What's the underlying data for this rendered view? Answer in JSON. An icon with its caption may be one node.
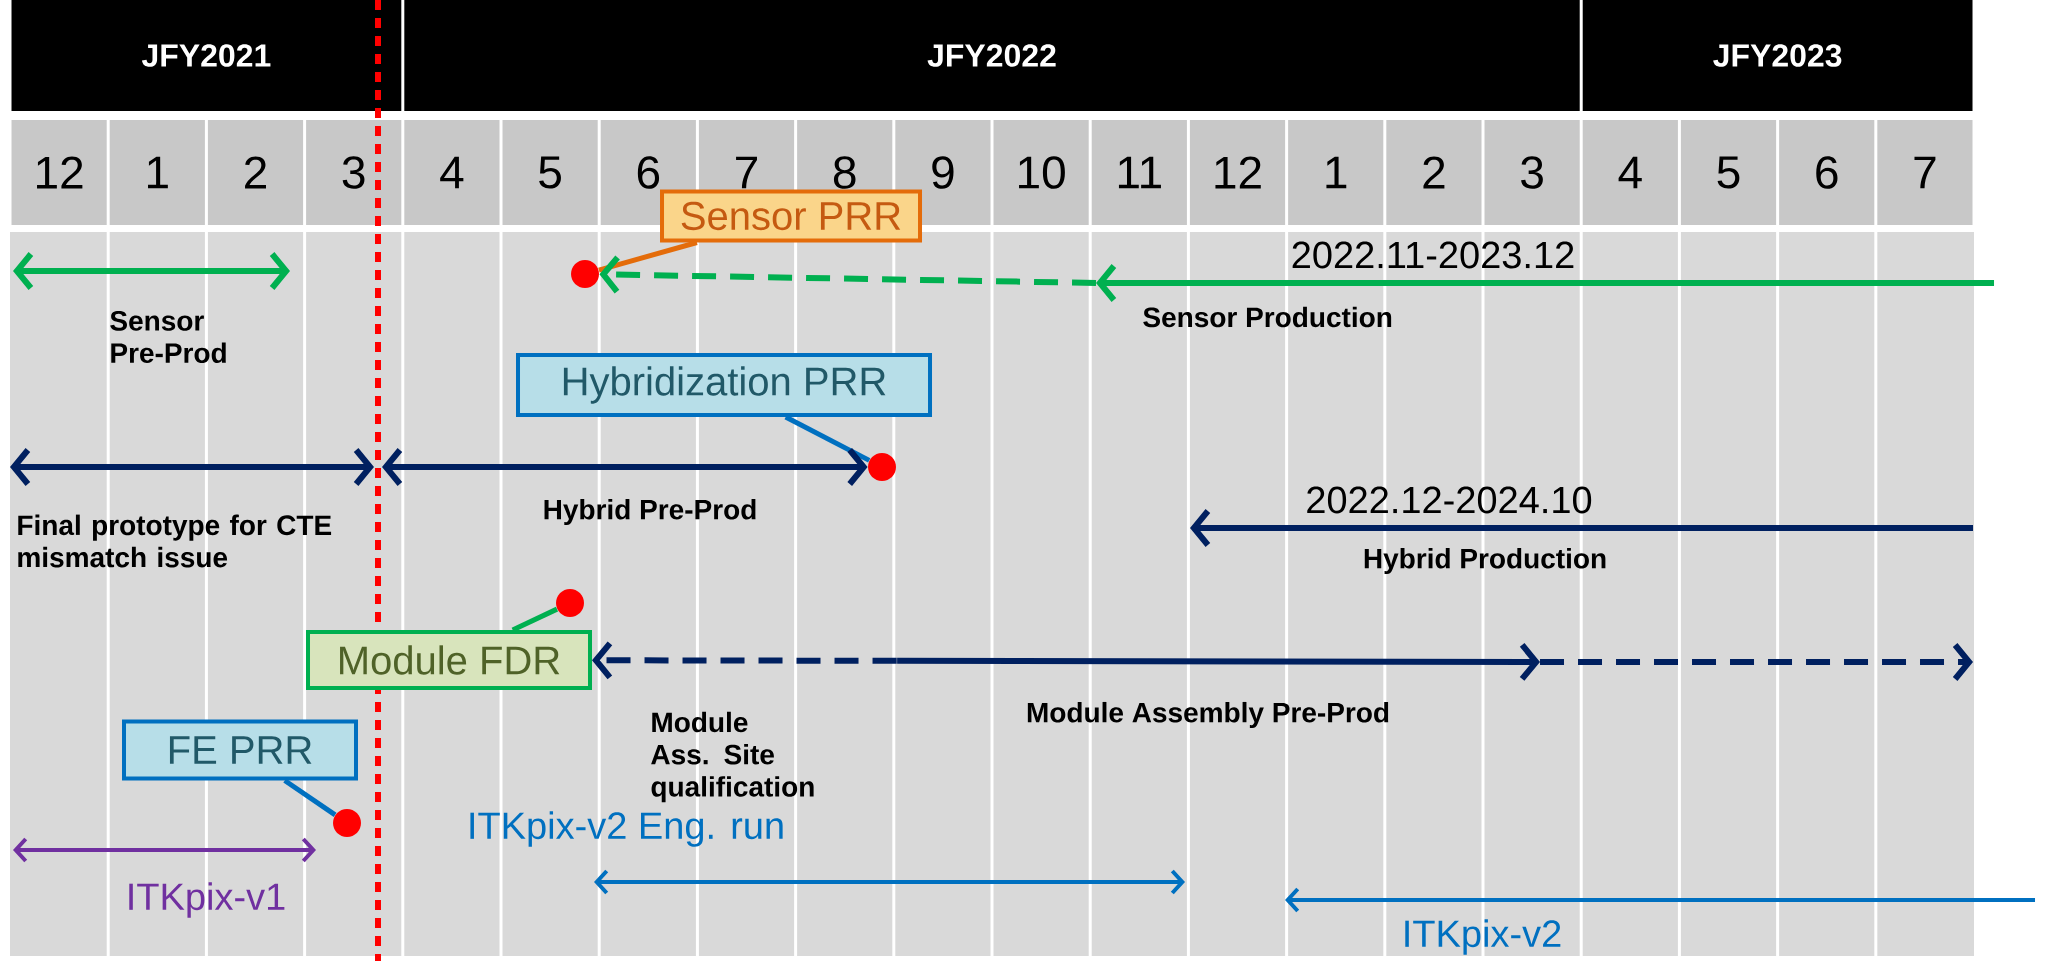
{
  "diagram": {
    "nodes": [
      {
        "text": [
          "Sensor PRR"
        ]
      },
      {
        "text": [],
        "shape": "circle"
      },
      {
        "text": [
          "Hybridization PRR"
        ]
      },
      {
        "text": [],
        "shape": "circle"
      },
      {
        "text": [],
        "shape": "circle"
      },
      {
        "text": [
          "Module FDR"
        ]
      },
      {
        "text": [
          "FE PRR"
        ]
      },
      {
        "text": [],
        "shape": "circle"
      }
    ],
    "edges": [
      {
        "from": 0,
        "to": 1,
        "arrow": "none",
        "color": "#e46c0a"
      },
      {
        "from": null,
        "to": 1,
        "arrow": "to",
        "style": "dashed",
        "color": "#00b050"
      },
      {
        "from": 2,
        "to": 3,
        "arrow": "none",
        "color": "#0070c0"
      },
      {
        "from": null,
        "to": 3,
        "arrow": "both",
        "color": "#002060"
      },
      {
        "from": 4,
        "to": 5,
        "arrow": "none",
        "color": "#00b050"
      },
      {
        "from": null,
        "to": 5,
        "arrow": "both",
        "style": "dashed",
        "color": "#002060"
      },
      {
        "from": 6,
        "to": 7,
        "arrow": "none",
        "color": "#0070c0"
      }
    ],
    "labels": [
      "JFY2021",
      "JFY2022",
      "JFY2023",
      "12",
      "1",
      "2",
      "3",
      "4",
      "5",
      "6",
      "7",
      "8",
      "9",
      "10",
      "11",
      "12",
      "1",
      "2",
      "3",
      "4",
      "5",
      "6",
      "7",
      "2022.11-2023.12",
      "Sensor Pre-Prod",
      "Sensor Production",
      "Final prototype for CTE mismatch issue",
      "Hybrid Pre-Prod",
      "2022.12-2024.10",
      "Hybrid Production",
      "Module Ass. Site qualification",
      "Module Assembly Pre-Prod",
      "ITKpix-v2 Eng. run",
      "ITKpix-v1",
      "ITKpix-v2"
    ]
  }
}
